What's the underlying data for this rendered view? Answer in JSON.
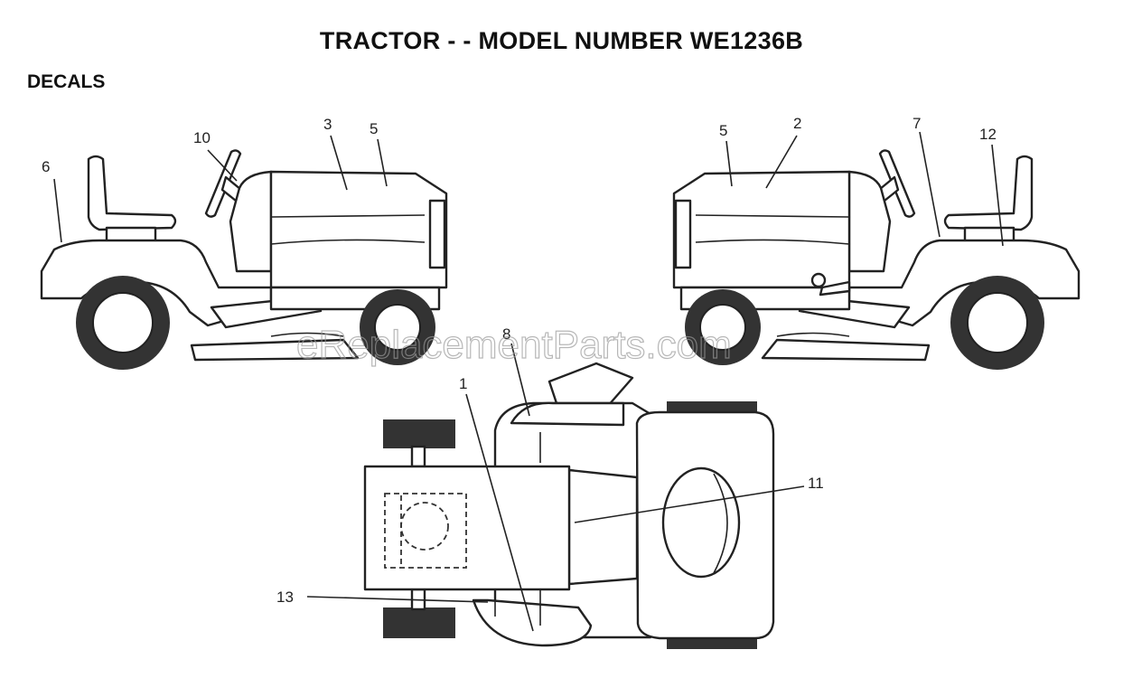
{
  "title": "TRACTOR - - MODEL NUMBER WE1236B",
  "section_label": "DECALS",
  "watermark": "eReplacementParts.com",
  "callouts": {
    "c1": "1",
    "c2": "2",
    "c3": "3",
    "c5a": "5",
    "c5b": "5",
    "c6": "6",
    "c7": "7",
    "c8": "8",
    "c10": "10",
    "c11": "11",
    "c12": "12",
    "c13": "13"
  }
}
